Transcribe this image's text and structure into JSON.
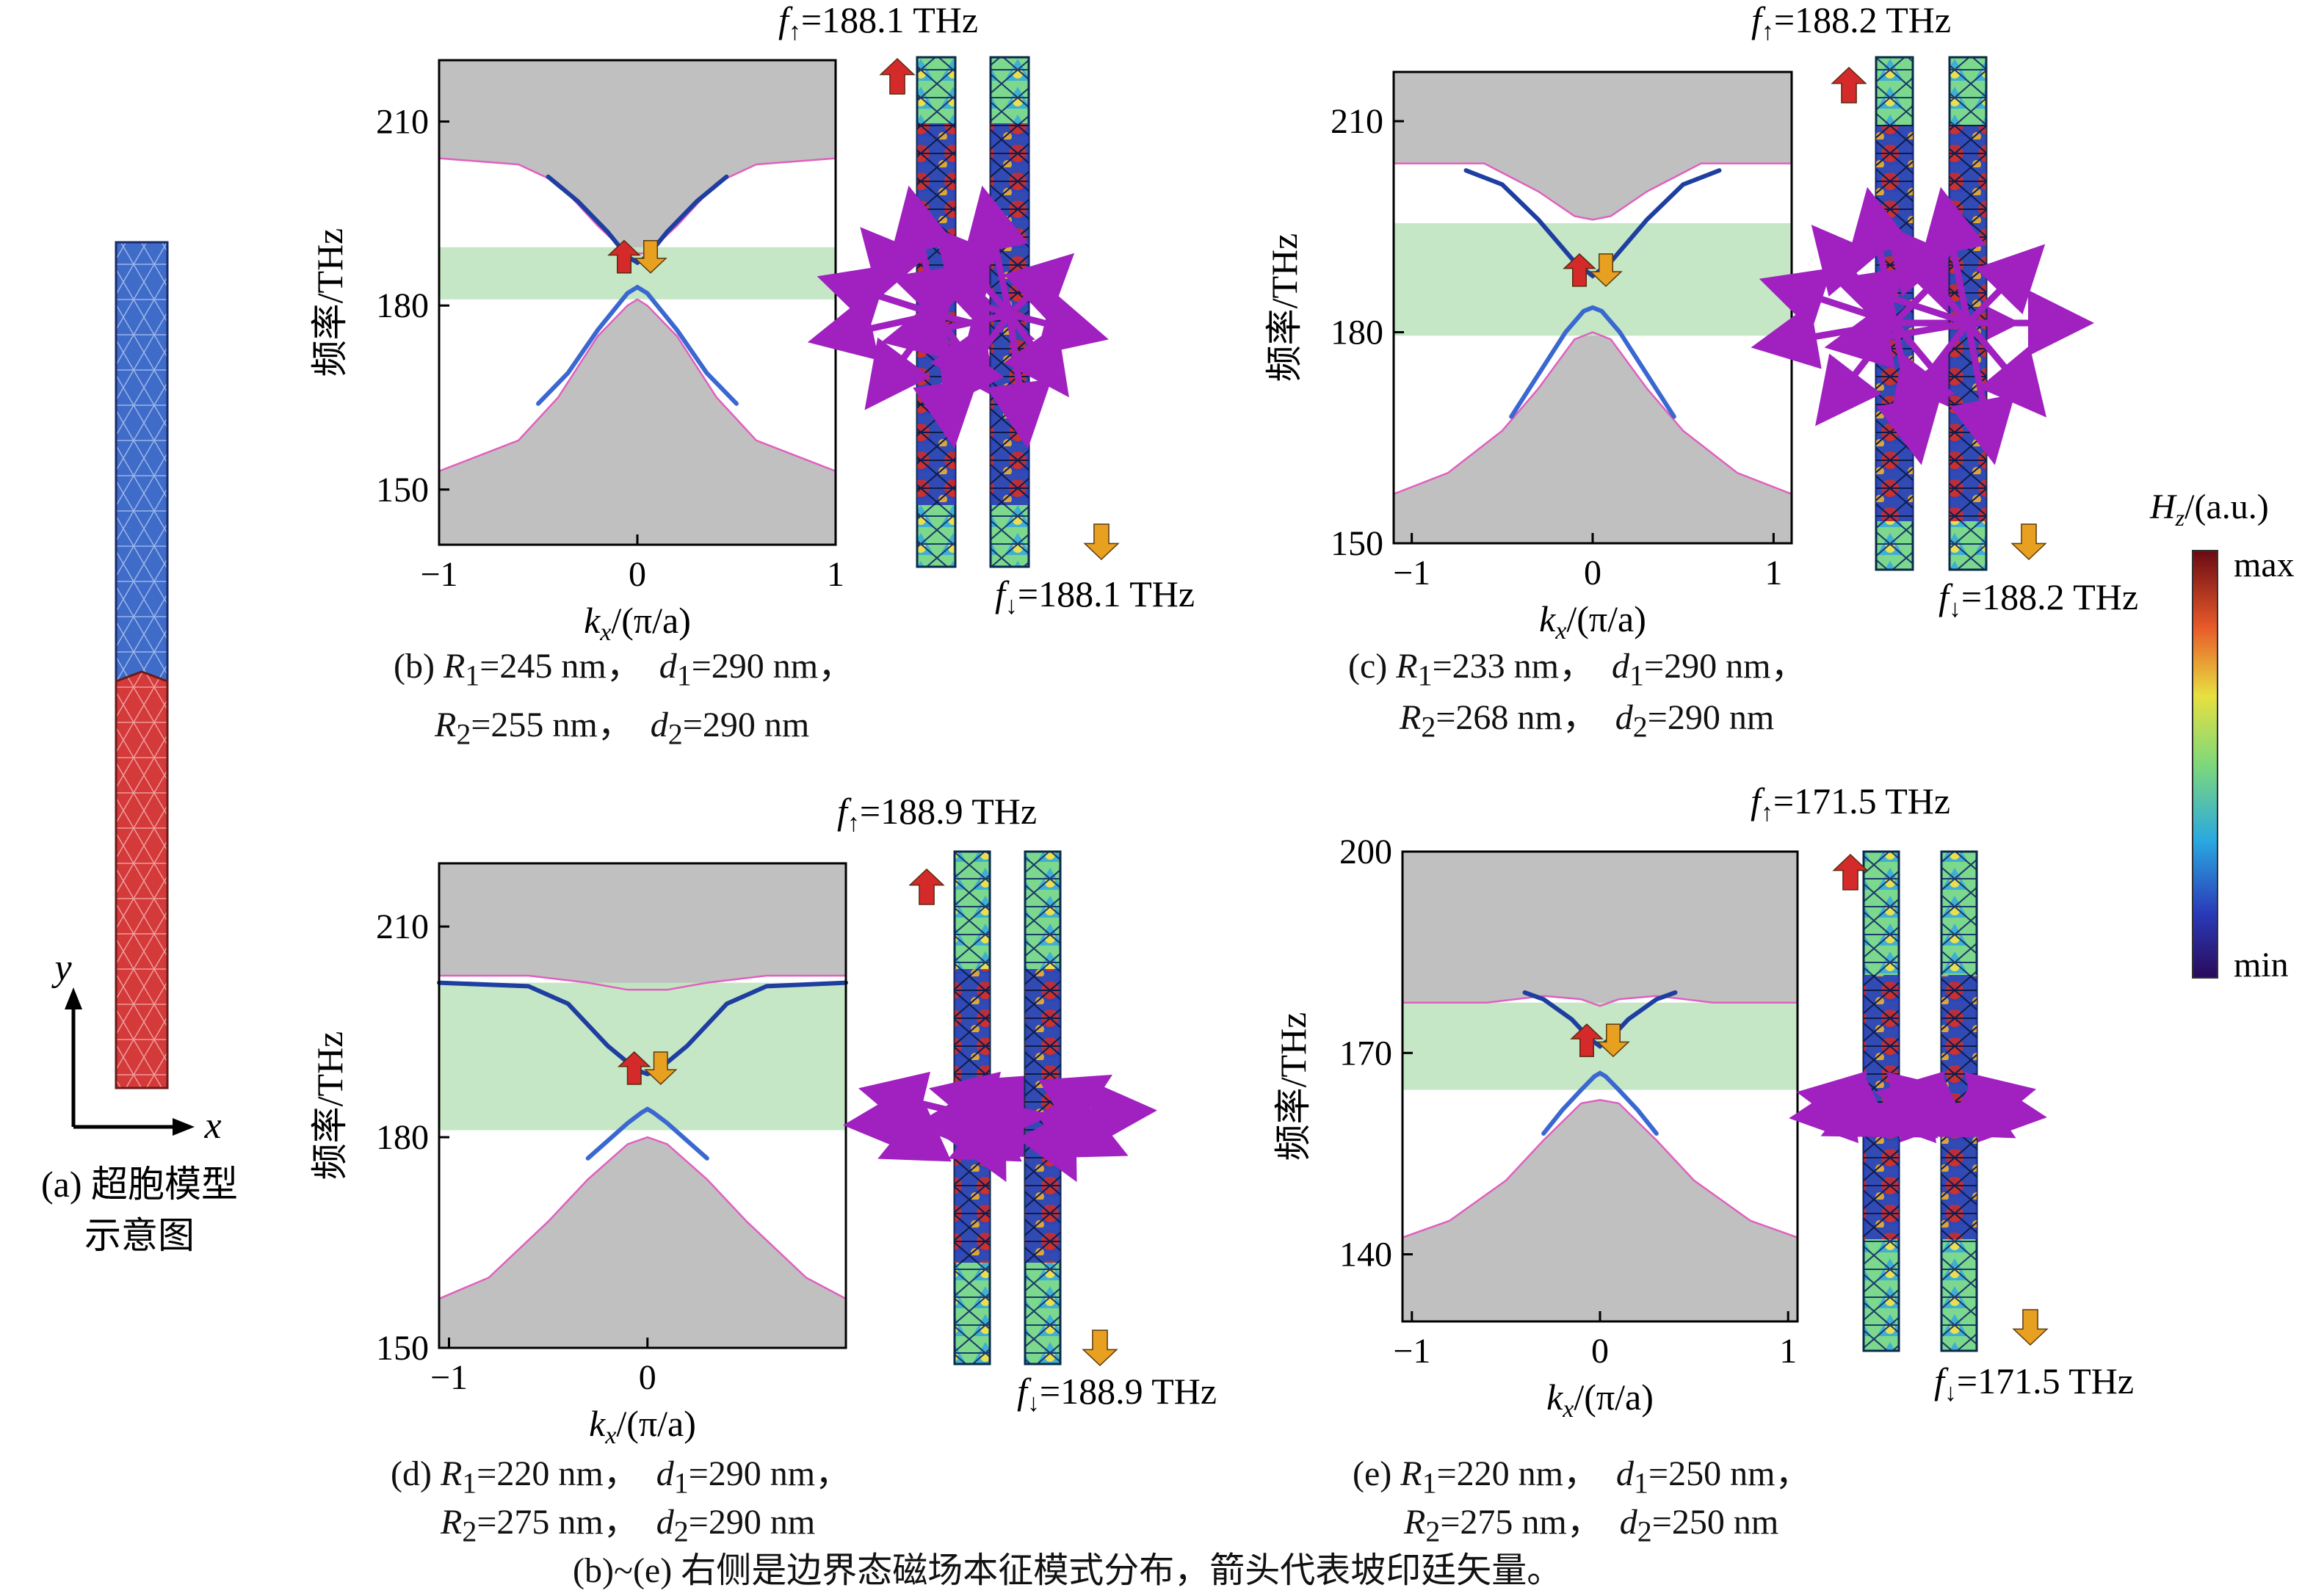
{
  "panel_a": {
    "axis_x": "x",
    "axis_y": "y",
    "caption_line1": "(a) 超胞模型",
    "caption_line2": "示意图"
  },
  "panels": [
    {
      "id": "b",
      "caption": {
        "line1_label": "(b) ",
        "R1": "=245 nm，",
        "d1": "=290 nm，",
        "R2": "=255 nm，",
        "d2": "=290 nm"
      },
      "freq_up_value": "=188.1 THz",
      "freq_down_value": "=188.1 THz"
    },
    {
      "id": "c",
      "caption": {
        "line1_label": "(c) ",
        "R1": "=233 nm，",
        "d1": "=290 nm，",
        "R2": "=268 nm，",
        "d2": "=290 nm"
      },
      "freq_up_value": "=188.2 THz",
      "freq_down_value": "=188.2 THz"
    },
    {
      "id": "d",
      "caption": {
        "line1_label": "(d) ",
        "R1": "=220 nm，",
        "d1": "=290 nm，",
        "R2": "=275 nm，",
        "d2": "=290 nm"
      },
      "freq_up_value": "=188.9 THz",
      "freq_down_value": "=188.9 THz"
    },
    {
      "id": "e",
      "caption": {
        "line1_label": "(e) ",
        "R1": "=220 nm，",
        "d1": "=250 nm，",
        "R2": "=275 nm，",
        "d2": "=250 nm"
      },
      "freq_up_value": "=171.5 THz",
      "freq_down_value": "=171.5 THz"
    }
  ],
  "colorbar": {
    "title_symbol": "H",
    "title_sub": "z",
    "title_unit": "/(a.u.)",
    "max_label": "max",
    "min_label": "min"
  },
  "footer_caption": "(b)~(e) 右侧是边界态磁场本征模式分布，箭头代表坡印廷矢量。",
  "colors": {
    "bulk_band": "#c0c0c0",
    "bulk_edge": "#e060c0",
    "gap_highlight": "#c2e6c2",
    "edge_state_upper": "#1e3ea0",
    "edge_state_lower": "#3a68d0",
    "arrow_up": "#d42a2a",
    "arrow_down": "#e8a020",
    "poynting": "#a020c0",
    "supercell_top": "#3f6cc8",
    "supercell_bottom": "#d43a3a"
  },
  "chart_data": [
    {
      "type": "line",
      "panel": "b",
      "xlabel": "k_x/(π/a)",
      "ylabel": "频率/THz",
      "xlim": [
        -1,
        1
      ],
      "ylim": [
        141,
        220
      ],
      "xticks": [
        -1,
        0,
        1
      ],
      "yticks": [
        150,
        180,
        210
      ],
      "gap_band": [
        181,
        189.5
      ],
      "bulk_upper_edge": {
        "x": [
          -1,
          -0.6,
          -0.4,
          -0.2,
          -0.05,
          0,
          0.05,
          0.2,
          0.4,
          0.6,
          1
        ],
        "y": [
          204,
          203,
          200,
          193,
          188.5,
          188.5,
          188.5,
          193,
          200,
          203,
          204
        ]
      },
      "bulk_lower_edge": {
        "x": [
          -1,
          -0.6,
          -0.4,
          -0.2,
          -0.05,
          0,
          0.05,
          0.2,
          0.4,
          0.6,
          1
        ],
        "y": [
          153,
          158,
          165,
          175,
          180,
          181,
          180,
          175,
          165,
          158,
          153
        ]
      },
      "edge_upper": {
        "x": [
          -0.45,
          -0.3,
          -0.15,
          -0.05,
          0,
          0.05,
          0.15,
          0.3,
          0.45
        ],
        "y": [
          201,
          197,
          192,
          188,
          187,
          188,
          192,
          197,
          201
        ]
      },
      "edge_lower": {
        "x": [
          -0.5,
          -0.35,
          -0.2,
          -0.05,
          0,
          0.05,
          0.2,
          0.35,
          0.5
        ],
        "y": [
          164,
          169,
          176,
          182,
          183,
          182,
          176,
          169,
          164
        ]
      }
    },
    {
      "type": "line",
      "panel": "c",
      "xlabel": "k_x/(π/a)",
      "ylabel": "频率/THz",
      "xlim": [
        -1.1,
        1.1
      ],
      "ylim": [
        150,
        217
      ],
      "xticks": [
        -1,
        0,
        1
      ],
      "yticks": [
        150,
        180,
        210
      ],
      "gap_band": [
        179.5,
        195.5
      ],
      "bulk_upper_edge": {
        "x": [
          -1.1,
          -0.6,
          -0.3,
          -0.1,
          0,
          0.1,
          0.3,
          0.6,
          1.1
        ],
        "y": [
          204,
          204,
          200,
          196.5,
          196,
          196.5,
          200,
          204,
          204
        ]
      },
      "bulk_lower_edge": {
        "x": [
          -1.1,
          -0.8,
          -0.5,
          -0.3,
          -0.1,
          0,
          0.1,
          0.3,
          0.5,
          0.8,
          1.1
        ],
        "y": [
          157,
          160,
          166,
          172,
          179,
          180,
          179,
          172,
          166,
          160,
          157
        ]
      },
      "edge_upper": {
        "x": [
          -0.7,
          -0.5,
          -0.3,
          -0.1,
          0,
          0.1,
          0.3,
          0.5,
          0.7
        ],
        "y": [
          203,
          201,
          196,
          190,
          188,
          190,
          196,
          201,
          203
        ]
      },
      "edge_lower": {
        "x": [
          -0.45,
          -0.3,
          -0.15,
          -0.05,
          0,
          0.05,
          0.15,
          0.3,
          0.45
        ],
        "y": [
          168,
          174,
          180,
          183,
          183.5,
          183,
          180,
          174,
          168
        ]
      }
    },
    {
      "type": "line",
      "panel": "d",
      "xlabel": "k_x/(π/a)",
      "ylabel": "频率/THz",
      "xlim": [
        -1.05,
        1
      ],
      "ylim": [
        150,
        219
      ],
      "xticks": [
        -1,
        0
      ],
      "yticks": [
        150,
        180,
        210
      ],
      "gap_band": [
        181,
        202
      ],
      "bulk_upper_edge": {
        "x": [
          -1.05,
          -0.6,
          -0.3,
          -0.1,
          0,
          0.1,
          0.3,
          0.6,
          1
        ],
        "y": [
          203,
          203,
          202,
          201,
          201,
          201,
          202,
          203,
          203
        ]
      },
      "bulk_lower_edge": {
        "x": [
          -1.05,
          -0.8,
          -0.5,
          -0.3,
          -0.1,
          0,
          0.1,
          0.3,
          0.5,
          0.8,
          1
        ],
        "y": [
          157,
          160,
          168,
          174,
          179,
          180,
          179,
          174,
          168,
          160,
          157
        ]
      },
      "edge_upper": {
        "x": [
          -1.05,
          -0.6,
          -0.4,
          -0.2,
          -0.05,
          0,
          0.05,
          0.2,
          0.4,
          0.6,
          1
        ],
        "y": [
          202,
          201.5,
          199,
          193,
          189.5,
          189,
          189.5,
          193,
          199,
          201.5,
          202
        ]
      },
      "edge_lower": {
        "x": [
          -0.3,
          -0.2,
          -0.1,
          -0.03,
          0,
          0.03,
          0.1,
          0.2,
          0.3
        ],
        "y": [
          177,
          179.5,
          182,
          183.5,
          184,
          183.5,
          182,
          179.5,
          177
        ]
      }
    },
    {
      "type": "line",
      "panel": "e",
      "xlabel": "k_x/(π/a)",
      "ylabel": "频率/THz",
      "xlim": [
        -1.05,
        1.05
      ],
      "ylim": [
        130,
        200
      ],
      "xticks": [
        -1,
        0,
        1
      ],
      "yticks": [
        140,
        170,
        200
      ],
      "gap_band": [
        164.5,
        177.5
      ],
      "bulk_upper_edge": {
        "x": [
          -1.05,
          -0.6,
          -0.3,
          -0.1,
          0,
          0.1,
          0.3,
          0.6,
          1.05
        ],
        "y": [
          177.5,
          177.5,
          178.5,
          178,
          177,
          178,
          178.5,
          177.5,
          177.5
        ]
      },
      "bulk_lower_edge": {
        "x": [
          -1.05,
          -0.8,
          -0.5,
          -0.3,
          -0.1,
          0,
          0.1,
          0.3,
          0.5,
          0.8,
          1.05
        ],
        "y": [
          142.5,
          145,
          151,
          157,
          162.5,
          163,
          162.5,
          157,
          151,
          145,
          142.5
        ]
      },
      "edge_upper": {
        "x": [
          -0.4,
          -0.3,
          -0.15,
          -0.05,
          0,
          0.05,
          0.15,
          0.3,
          0.4
        ],
        "y": [
          179,
          178,
          175,
          172,
          171,
          172,
          175,
          178,
          179
        ]
      },
      "edge_lower": {
        "x": [
          -0.3,
          -0.2,
          -0.1,
          -0.03,
          0,
          0.03,
          0.1,
          0.2,
          0.3
        ],
        "y": [
          158,
          161.5,
          164.5,
          166.5,
          167,
          166.5,
          164.5,
          161.5,
          158
        ]
      }
    }
  ]
}
